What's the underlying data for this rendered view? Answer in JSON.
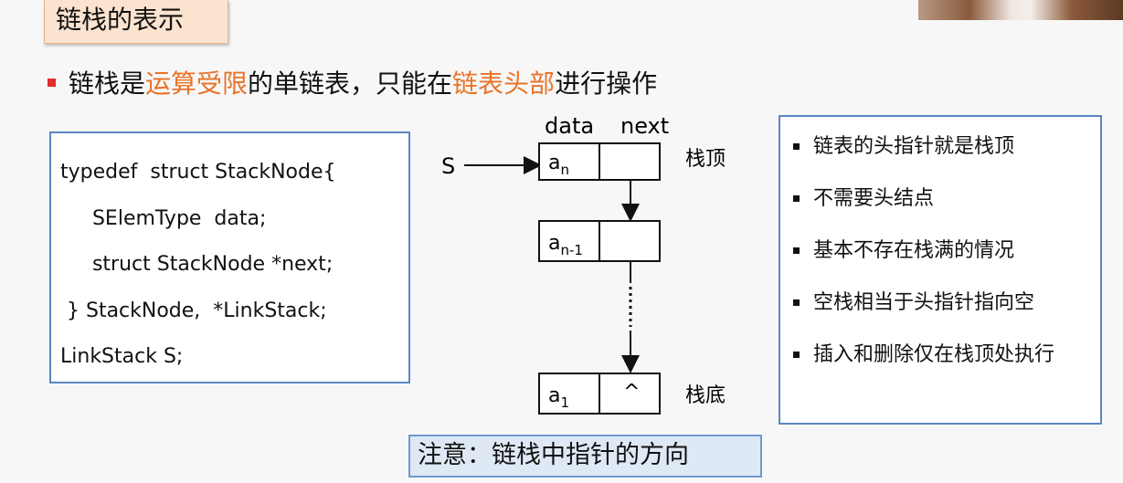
{
  "title": "链栈的表示",
  "intro": {
    "pre": "链栈是",
    "hl1": "运算受限",
    "mid": "的单链表，只能在",
    "hl2": "链表头部",
    "post": "进行操作"
  },
  "code_lines": [
    "typedef  struct StackNode{",
    "     SElemType  data;",
    "     struct StackNode *next;",
    " } StackNode,  *LinkStack;",
    "LinkStack S;"
  ],
  "diagram": {
    "header_data": "data",
    "header_next": "next",
    "pointer_label": "S",
    "node_top": "a",
    "node_top_sub": "n",
    "node_mid": "a",
    "node_mid_sub": "n-1",
    "node_bottom": "a",
    "node_bottom_sub": "1",
    "null_symbol": "^",
    "top_label": "栈顶",
    "bottom_label": "栈底"
  },
  "bullets": [
    "链表的头指针就是栈顶",
    "不需要头结点",
    "基本不存在栈满的情况",
    "空栈相当于头指针指向空",
    "插入和删除仅在栈顶处执行"
  ],
  "note": "注意：链栈中指针的方向",
  "colors": {
    "highlight": "#e8742a",
    "title_bg": "#fbe3cf",
    "box_border": "#5b86c1",
    "note_bg": "#dfe9f5",
    "bullet_marker": "#e0302a"
  }
}
